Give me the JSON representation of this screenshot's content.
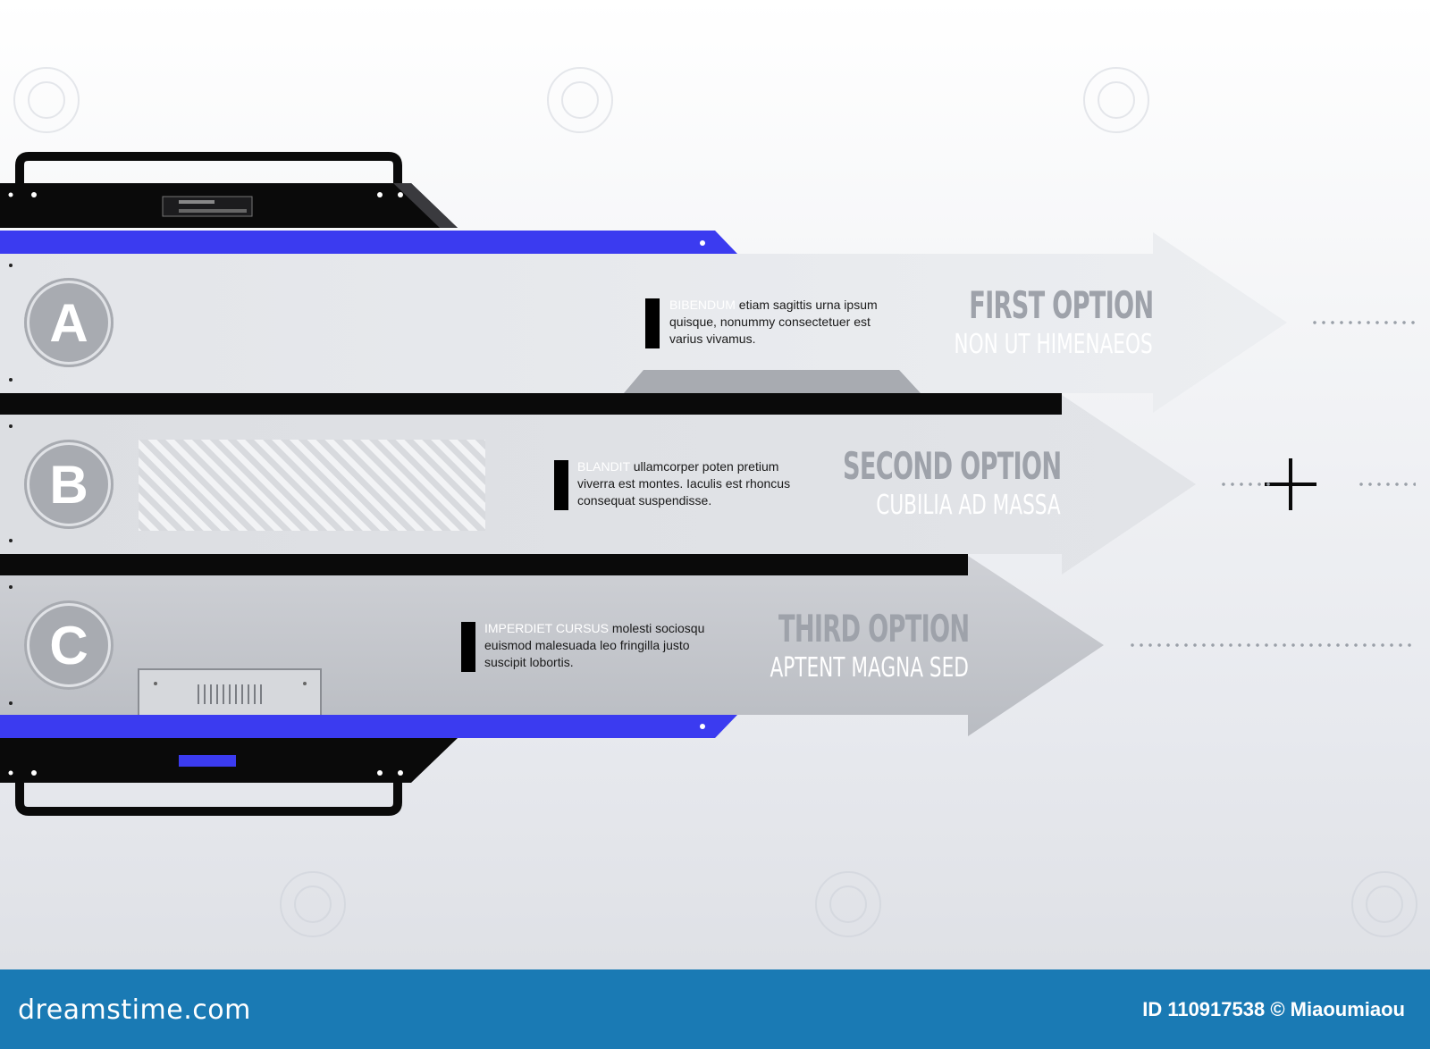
{
  "rows": [
    {
      "letter": "A",
      "lead": "BIBENDUM",
      "text_line1": " etiam sagittis urna ipsum",
      "text_line2": "quisque, nonummy consectetuer est",
      "text_line3": "varius vivamus.",
      "title": "FIRST OPTION",
      "subtitle": "NON UT HIMENAEOS"
    },
    {
      "letter": "B",
      "lead": "BLANDIT",
      "text_line1": " ullamcorper poten pretium",
      "text_line2": "viverra est montes. Iaculis est rhoncus",
      "text_line3": "consequat suspendisse.",
      "title": "SECOND OPTION",
      "subtitle": "CUBILIA AD MASSA"
    },
    {
      "letter": "C",
      "lead": "IMPERDIET CURSUS",
      "text_line1": " molesti sociosqu",
      "text_line2": "euismod malesuada leo fringilla justo",
      "text_line3": "suscipit lobortis.",
      "title": "THIRD OPTION",
      "subtitle": "APTENT MAGNA SED"
    }
  ],
  "footer": {
    "logo": "dreamstime.com",
    "id_text": "ID 110917538 © Miaoumiaou"
  },
  "colors": {
    "accent": "#3b3bf0",
    "footer": "#1a7ab4",
    "dark": "#0a0a0a"
  },
  "icons": {
    "plus": "plus-icon"
  }
}
